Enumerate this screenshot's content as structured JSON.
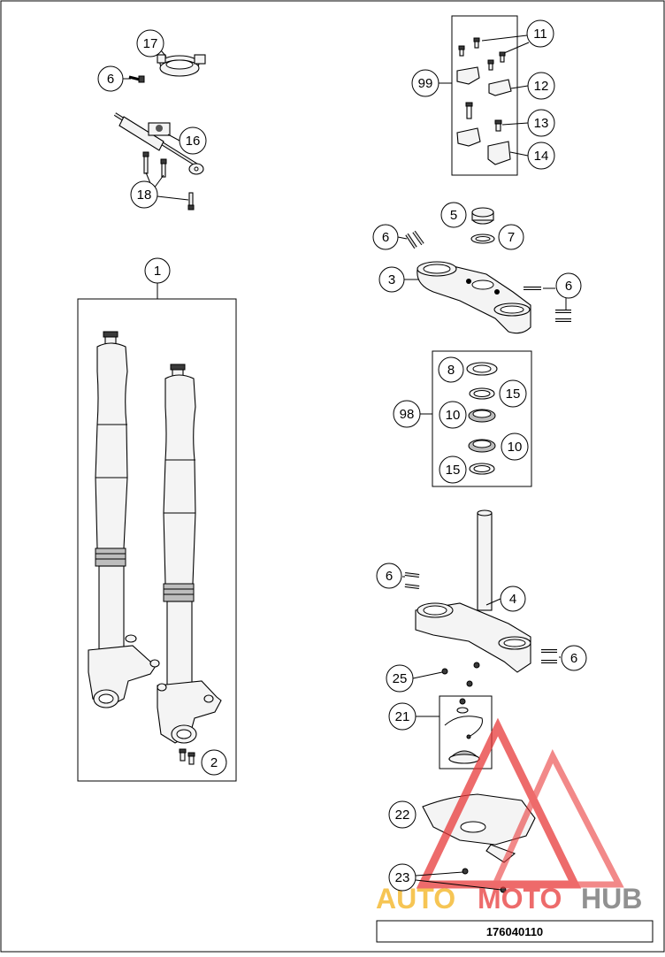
{
  "diagram": {
    "drawing_number": "176040110",
    "callouts": [
      {
        "id": "c17",
        "label": "17"
      },
      {
        "id": "c6a",
        "label": "6"
      },
      {
        "id": "c16",
        "label": "16"
      },
      {
        "id": "c18",
        "label": "18"
      },
      {
        "id": "c1",
        "label": "1"
      },
      {
        "id": "c2",
        "label": "2"
      },
      {
        "id": "c11",
        "label": "11"
      },
      {
        "id": "c99",
        "label": "99"
      },
      {
        "id": "c12",
        "label": "12"
      },
      {
        "id": "c13",
        "label": "13"
      },
      {
        "id": "c14",
        "label": "14"
      },
      {
        "id": "c5",
        "label": "5"
      },
      {
        "id": "c6b",
        "label": "6"
      },
      {
        "id": "c7",
        "label": "7"
      },
      {
        "id": "c3",
        "label": "3"
      },
      {
        "id": "c6c",
        "label": "6"
      },
      {
        "id": "c8",
        "label": "8"
      },
      {
        "id": "c15a",
        "label": "15"
      },
      {
        "id": "c98",
        "label": "98"
      },
      {
        "id": "c10a",
        "label": "10"
      },
      {
        "id": "c10b",
        "label": "10"
      },
      {
        "id": "c15b",
        "label": "15"
      },
      {
        "id": "c6d",
        "label": "6"
      },
      {
        "id": "c4",
        "label": "4"
      },
      {
        "id": "c6e",
        "label": "6"
      },
      {
        "id": "c25",
        "label": "25"
      },
      {
        "id": "c21",
        "label": "21"
      },
      {
        "id": "c22",
        "label": "22"
      },
      {
        "id": "c23",
        "label": "23"
      }
    ],
    "watermark": {
      "text_a": "AUTO",
      "text_b": "MOTO",
      "text_c": "HUB",
      "color_a": "#f3b21c",
      "color_b": "#e83a3a",
      "color_c": "#6d6d6d"
    }
  }
}
